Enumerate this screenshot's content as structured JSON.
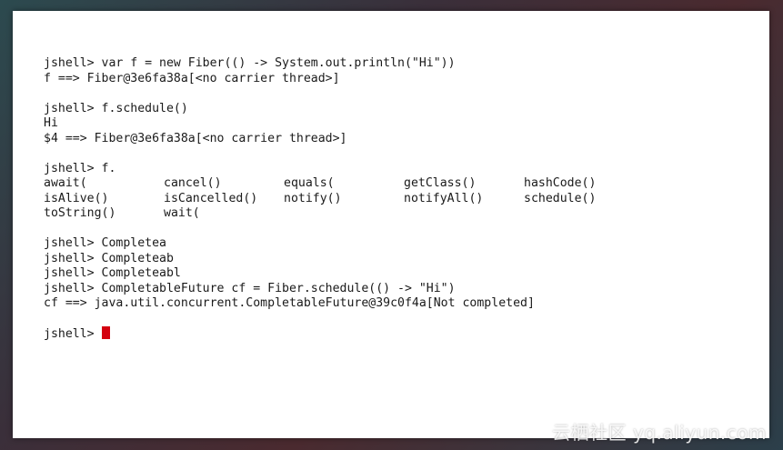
{
  "terminal": {
    "lines1": [
      "jshell> var f = new Fiber(() -> System.out.println(\"Hi\"))",
      "f ==> Fiber@3e6fa38a[<no carrier thread>]"
    ],
    "lines2": [
      "jshell> f.schedule()",
      "Hi",
      "$4 ==> Fiber@3e6fa38a[<no carrier thread>]"
    ],
    "completion_prompt": "jshell> f.",
    "completions": [
      [
        "await(",
        "cancel()",
        "equals(",
        "getClass()",
        "hashCode()"
      ],
      [
        "isAlive()",
        "isCancelled()",
        "notify()",
        "notifyAll()",
        "schedule()"
      ],
      [
        "toString()",
        "wait("
      ]
    ],
    "lines3": [
      "jshell> Completea",
      "jshell> Completeab",
      "jshell> Completeabl",
      "jshell> CompletableFuture cf = Fiber.schedule(() -> \"Hi\")",
      "cf ==> java.util.concurrent.CompletableFuture@39c0f4a[Not completed]"
    ],
    "prompt": "jshell> "
  },
  "watermark": "云栖社区 yq.aliyun.com",
  "colors": {
    "cursor": "#d4000f",
    "text": "#1a1a1a",
    "background": "#ffffff"
  }
}
